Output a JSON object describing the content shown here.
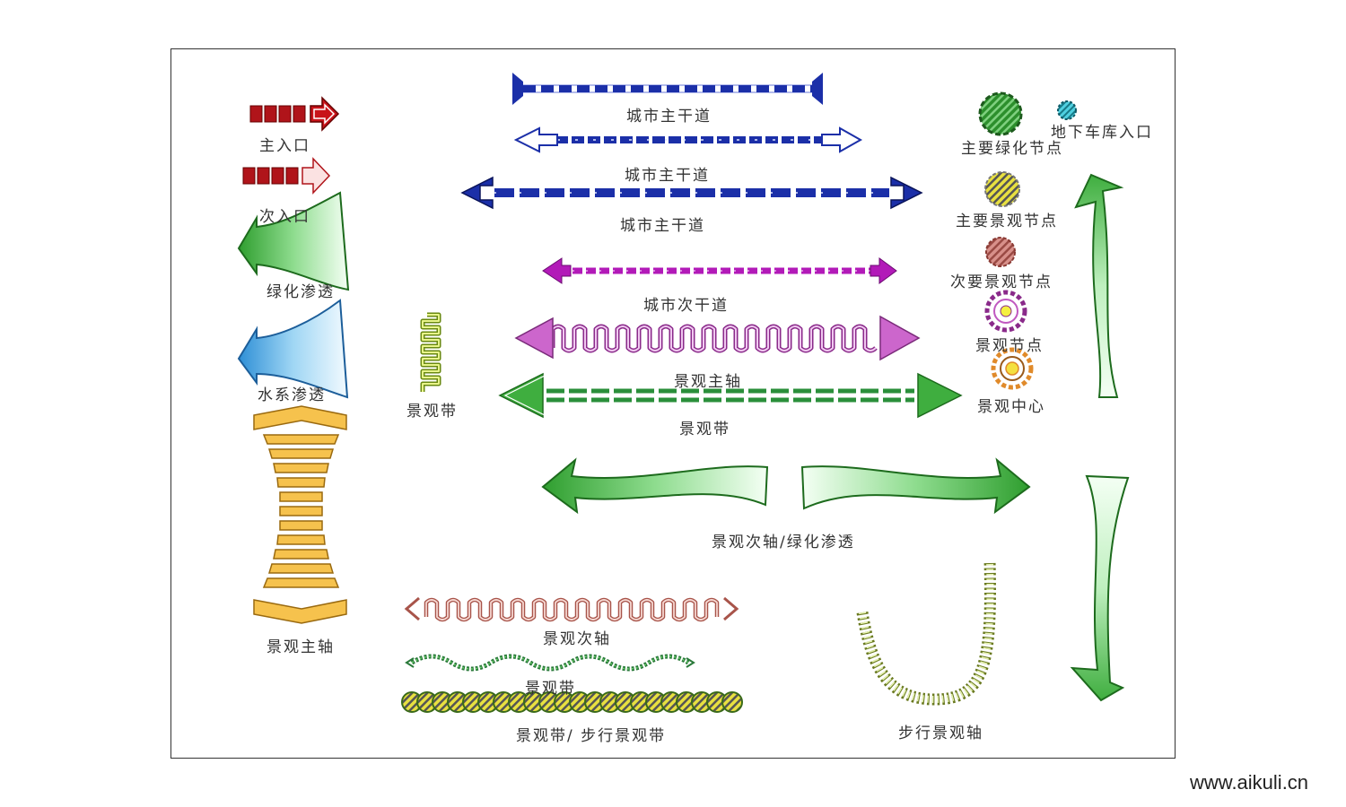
{
  "labels": {
    "main_entrance": "主入口",
    "secondary_entrance": "次入口",
    "green_penetration": "绿化渗透",
    "water_penetration": "水系渗透",
    "landscape_main_axis_left": "景观主轴",
    "landscape_belt_small": "景观带",
    "urban_main_road_1": "城市主干道",
    "urban_main_road_2": "城市主干道",
    "urban_main_road_3": "城市主干道",
    "urban_secondary_road": "城市次干道",
    "landscape_main_axis": "景观主轴",
    "landscape_belt": "景观带",
    "secondary_axis_green": "景观次轴/绿化渗透",
    "landscape_secondary_axis": "景观次轴",
    "landscape_belt_wave": "景观带",
    "landscape_belt_walk": "景观带/ 步行景观带",
    "walk_axis": "步行景观轴",
    "main_green_node": "主要绿化节点",
    "underground_garage": "地下车库入口",
    "main_landscape_node": "主要景观节点",
    "secondary_landscape_node": "次要景观节点",
    "landscape_node": "景观节点",
    "landscape_center": "景观中心"
  },
  "watermark": "www.aikuli.cn",
  "colors": {
    "red": "#b0141a",
    "blue": "#1b2fa8",
    "purple": "#b21ab8",
    "violet": "#cc66cc",
    "green": "#3fae3f",
    "light_green": "#bff0bf",
    "water_blue": "#4aa8e0",
    "orange": "#f6c24d",
    "salmon": "#c8786a",
    "olive": "#8ca020",
    "cyan": "#2bb8c8"
  }
}
